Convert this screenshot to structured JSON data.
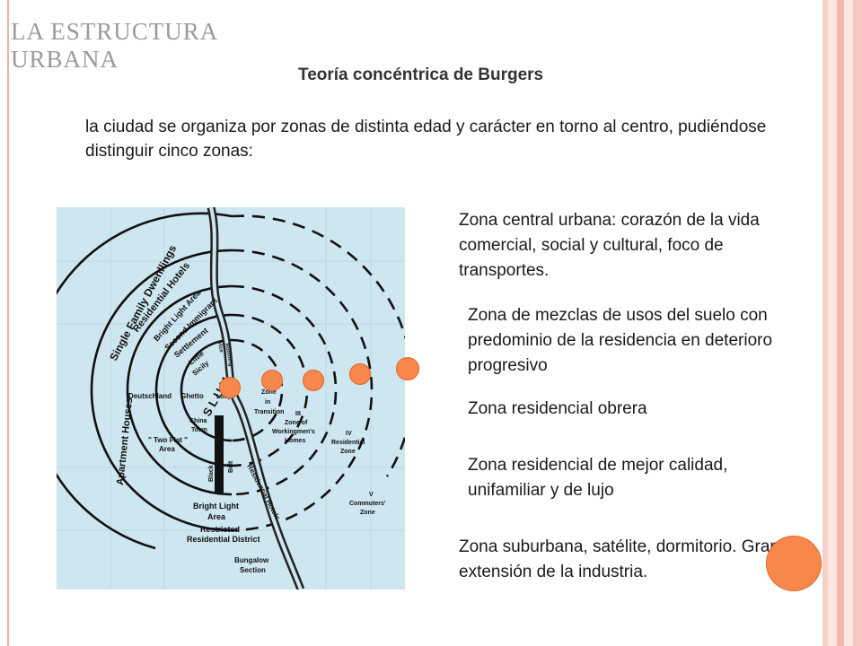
{
  "slide": {
    "title": "LA ESTRUCTURA\nURBANA",
    "subtitle": "Teoría concéntrica de Burgers",
    "intro": "la ciudad se organiza por zonas de distinta edad y carácter en torno al centro, pudiéndose distinguir cinco zonas:"
  },
  "zones": [
    "Zona central urbana: corazón de la vida comercial, social y cultural, foco de transportes.",
    "Zona de mezclas de usos del suelo con predominio de la residencia en deterioro progresivo",
    "Zona residencial obrera",
    "Zona residencial de mejor calidad, unifamiliar y de lujo",
    "Zona suburbana, satélite, dormitorio. Gran extensión de la industria."
  ],
  "map_labels": {
    "single_family": "Single Family Dwenllings",
    "residential_hotels": "Residential Hotels",
    "bright_light_area": "Bright Light Area",
    "second_immigrant": "Second Immigrant",
    "settlement": "Settlement",
    "little_sicily": "Little",
    "sicily": "Sicily",
    "slum": "S L U M",
    "deutschland": "Deutschland",
    "ghetto": "Ghetto",
    "loop": "Loop",
    "zone_transition_1": "Zone",
    "zone_transition_2": "in",
    "zone_transition_3": "Transition",
    "zone3_1": "III",
    "zone3_2": "Zone of",
    "zone3_3": "Workingmen's",
    "zone3_4": "Homes",
    "zone4_1": "IV",
    "zone4_2": "Residential",
    "zone4_3": "Zone",
    "zone5_1": "V",
    "zone5_2": "Commuters'",
    "zone5_3": "Zone",
    "china_town_1": "China",
    "china_town_2": "Town",
    "two_flat_1": "\" Two Flat \"",
    "two_flat_2": "Area",
    "black_belt_1": "Black",
    "black_belt_2": "Belt",
    "apartment_houses": "Apartment Houses",
    "bright_light_1": "Bright Light",
    "bright_light_2": "Area",
    "restricted_1": "Restricted",
    "restricted_2": "Residential District",
    "bungalow_1": "Bungalow",
    "bungalow_2": "Section",
    "residential_hotels_river": "Residential Hotels",
    "vice": "Vice",
    "rooming": "Rooming"
  },
  "colors": {
    "map_bg": "#cde6ef",
    "accent_dot": "#f7874a",
    "stripe_colors": [
      "#f4c7bd",
      "#fbe3dd",
      "#f0b2a3",
      "#fadbd4",
      "#f4c7bd"
    ]
  }
}
